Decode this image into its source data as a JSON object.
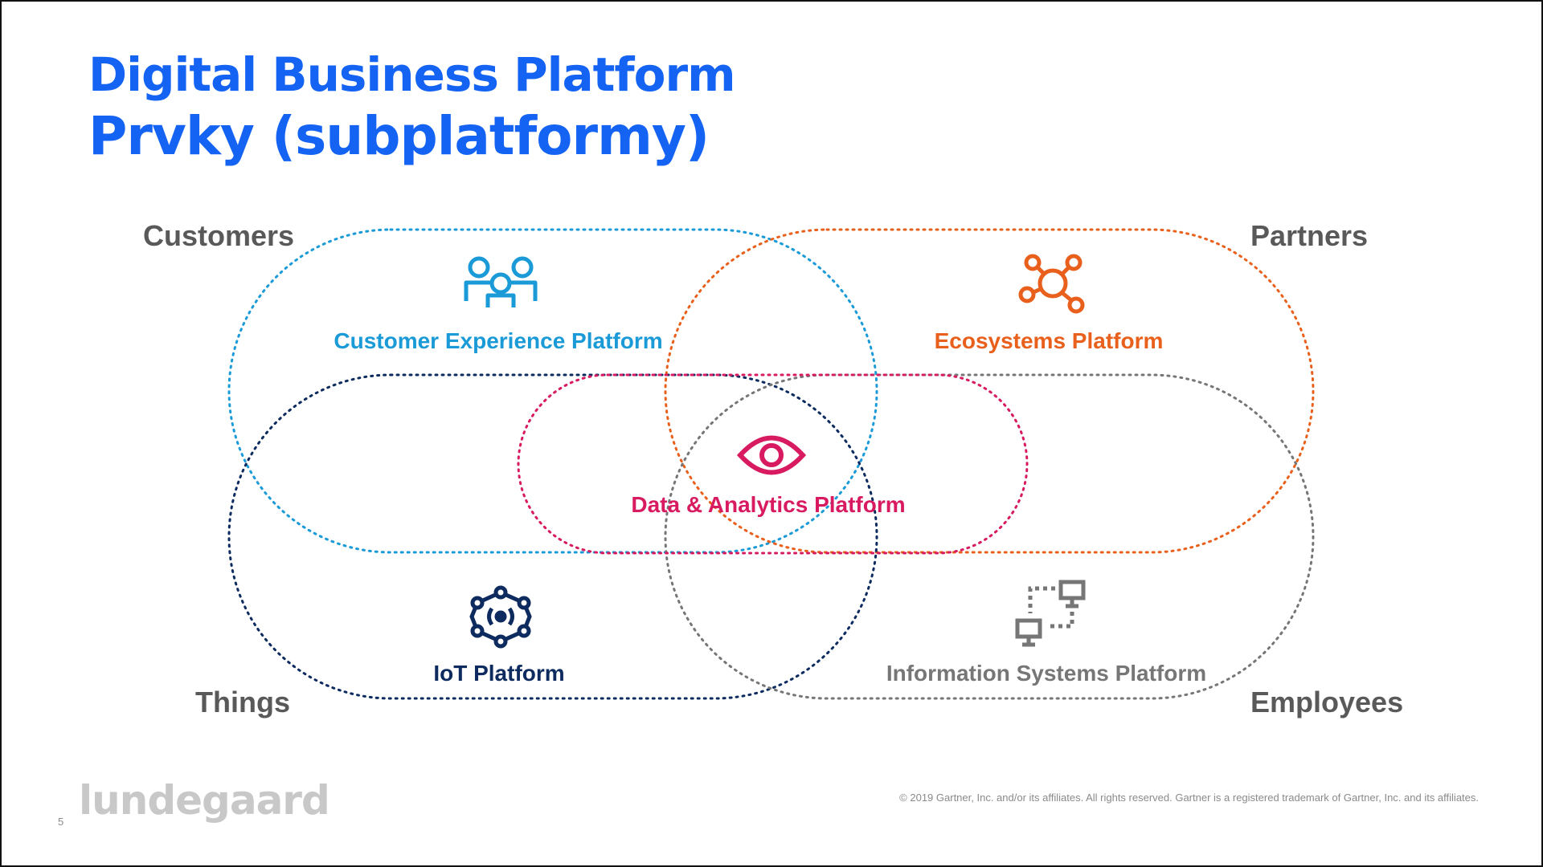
{
  "slide": {
    "title_line1": "Digital Business Platform",
    "title_line2": "Prvky (subplatformy)",
    "page_number": "5",
    "logo_text": "lundegaard",
    "copyright": "© 2019 Gartner, Inc. and/or its affiliates. All rights reserved. Gartner is a registered trademark of Gartner, Inc. and its affiliates."
  },
  "corners": {
    "top_left": "Customers",
    "top_right": "Partners",
    "bottom_left": "Things",
    "bottom_right": "Employees"
  },
  "platforms": {
    "customer": {
      "label": "Customer Experience Platform",
      "color": "#1a9ad6",
      "icon": "people-icon"
    },
    "ecosystems": {
      "label": "Ecosystems Platform",
      "color": "#e8601c",
      "icon": "network-hub-icon"
    },
    "data": {
      "label": "Data & Analytics Platform",
      "color": "#d81b60",
      "icon": "eye-icon"
    },
    "iot": {
      "label": "IoT Platform",
      "color": "#0d2b5e",
      "icon": "iot-hexagon-icon"
    },
    "information": {
      "label": "Information Systems Platform",
      "color": "#767676",
      "icon": "computers-icon"
    }
  }
}
